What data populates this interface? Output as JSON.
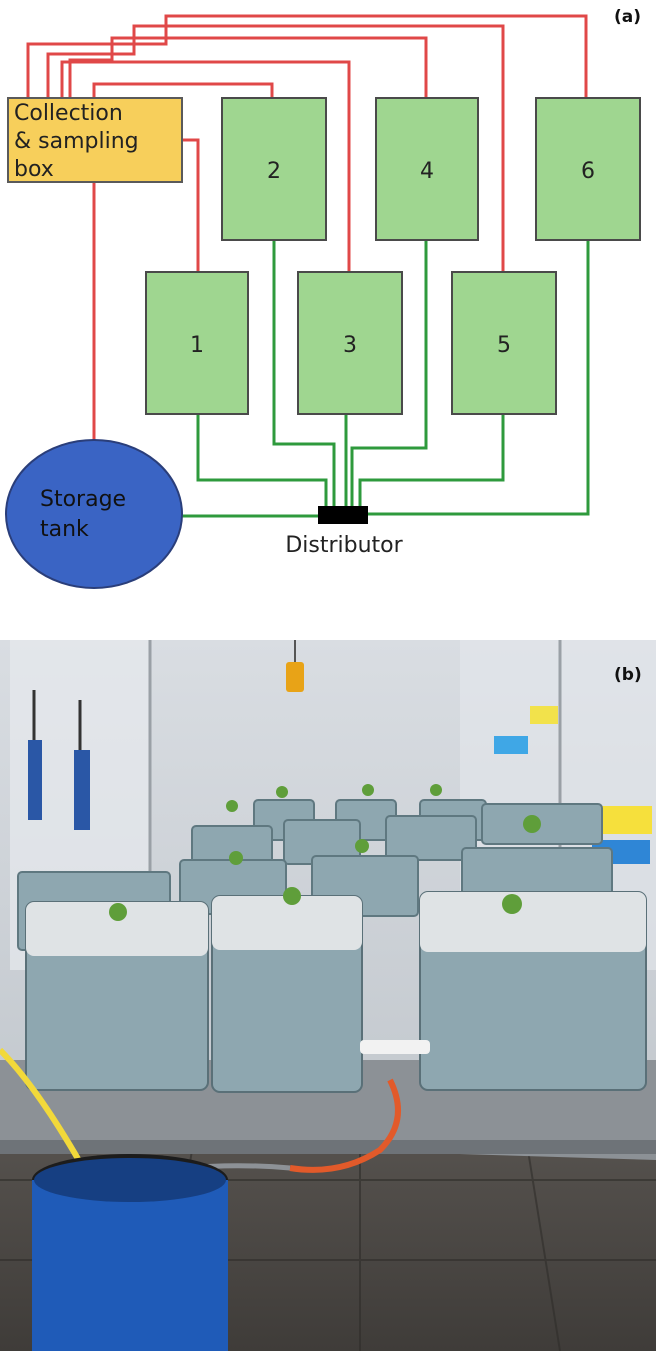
{
  "panel_a": {
    "label": "(a)",
    "collection_box": {
      "lines": [
        "Collection",
        "& sampling",
        "box"
      ]
    },
    "containers": [
      {
        "id": "1",
        "label": "1"
      },
      {
        "id": "2",
        "label": "2"
      },
      {
        "id": "3",
        "label": "3"
      },
      {
        "id": "4",
        "label": "4"
      },
      {
        "id": "5",
        "label": "5"
      },
      {
        "id": "6",
        "label": "6"
      }
    ],
    "storage_tank": {
      "lines": [
        "Storage",
        "tank"
      ]
    },
    "distributor": {
      "label": "Distributor"
    },
    "colors": {
      "return_line": "#e04848",
      "supply_line": "#2e9a3c",
      "container_fill": "#9fd690",
      "collection_fill": "#f7cf5b",
      "tank_fill": "#3a64c4",
      "distributor": "#000000"
    }
  },
  "panel_b": {
    "label": "(b)",
    "description_icons": [
      "greenhouse-photo"
    ]
  }
}
